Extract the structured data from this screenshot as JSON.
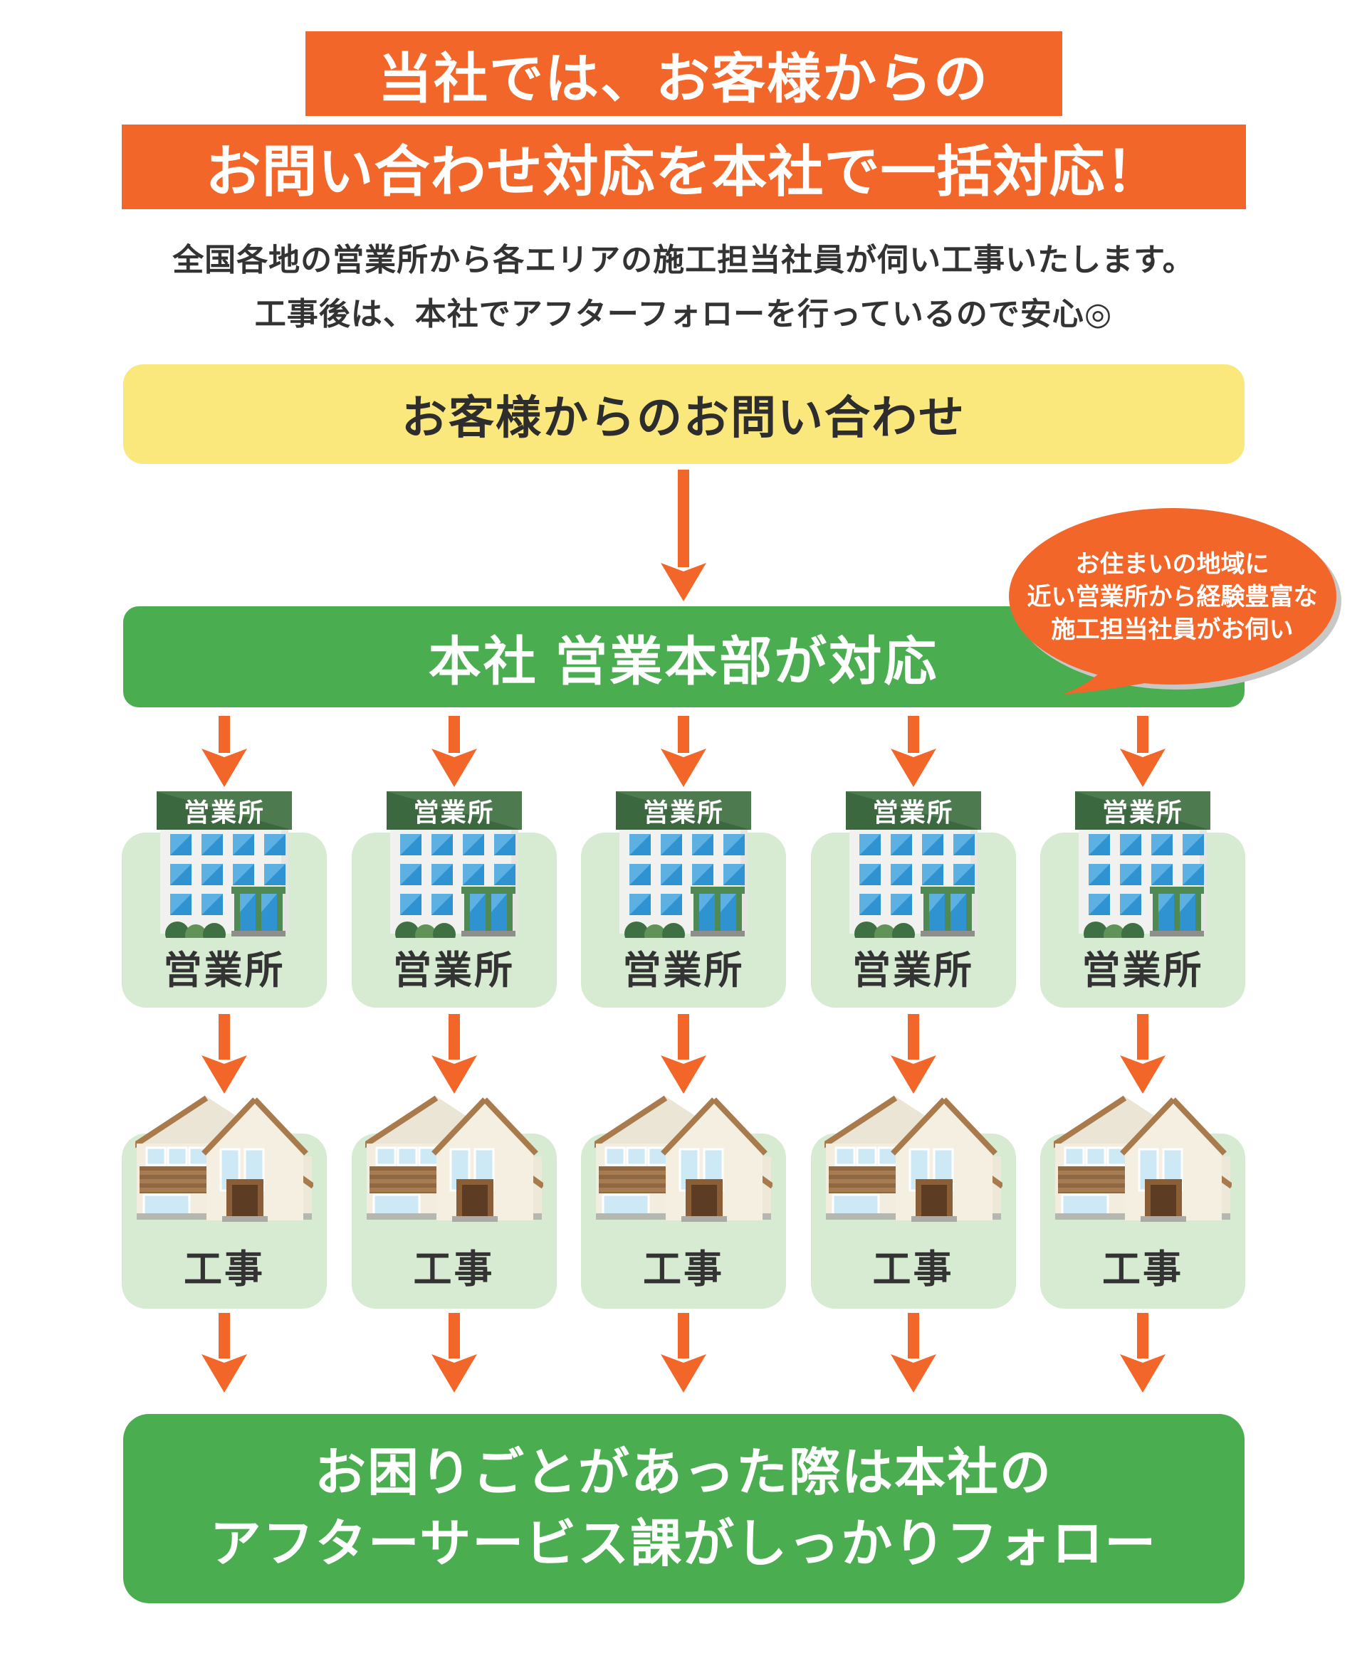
{
  "colors": {
    "orange": "#f2662a",
    "green": "#4aad50",
    "light_green": "#d6ebd1",
    "yellow": "#fae87d",
    "sign_green_dark": "#3c6840",
    "sign_green_light": "#4e7a50",
    "window_blue": "#2f93d2",
    "text_dark": "#333333",
    "white": "#ffffff"
  },
  "header": {
    "line1": "当社では、お客様からの",
    "line2": "お問い合わせ対応を本社で一括対応！"
  },
  "intro": {
    "line1": "全国各地の営業所から各エリアの施工担当社員が伺い工事いたします。",
    "line2": "工事後は、本社でアフターフォローを行っているので安心◎"
  },
  "flow": {
    "inquiry_label": "お客様からのお問い合わせ",
    "hq_label": "本社 営業本部が対応",
    "bubble": {
      "line1": "お住まいの地域に",
      "line2": "近い営業所から経験豊富な",
      "line3": "施工担当社員がお伺い"
    },
    "office_sign": "営業所",
    "office_label": "営業所",
    "construction_label": "工事",
    "after_line1": "お困りごとがあった際は本社の",
    "after_line2": "アフターサービス課がしっかりフォロー",
    "branch_count": 5
  }
}
